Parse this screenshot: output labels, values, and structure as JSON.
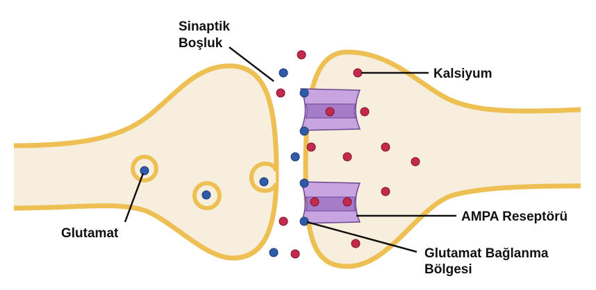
{
  "labels": {
    "cleft_line1": "Sinaptik",
    "cleft_line2": "Boşluk",
    "calcium": "Kalsiyum",
    "glutamate": "Glutamat",
    "ampa": "AMPA Reseptörü",
    "binding_line1": "Glutamat Bağlanma",
    "binding_line2": "Bölgesi"
  },
  "colors": {
    "membrane": "#eebf52",
    "cytoplasm": "#f7eedd",
    "glutamate": "#2e5aa8",
    "calcium": "#c42a4c",
    "receptor": "#c8a4e0",
    "receptor_band": "#a67cc9",
    "receptor_outline": "#6b4591"
  }
}
